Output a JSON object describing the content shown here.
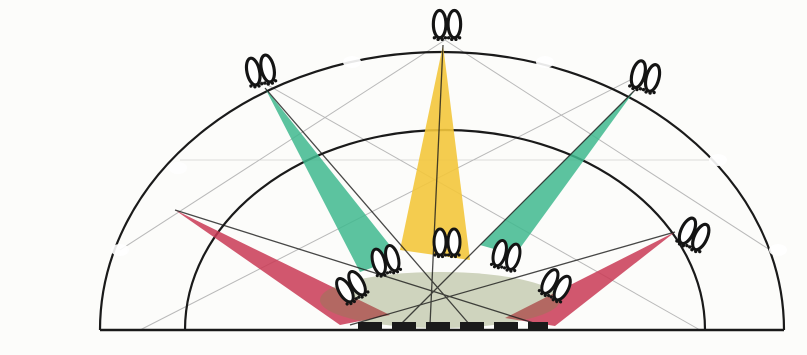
{
  "colors": {
    "paper": "#fcfcfa",
    "ink": "#1a1a1a",
    "pencil": "#b9b9b9",
    "yellow": "#f3c63c",
    "green": "#3fb98e",
    "red": "#c93a55",
    "glow": "#7a8a4e"
  },
  "figure": {
    "rays": [
      {
        "id": "ray-far-left",
        "color": "red",
        "footprint_pair": false
      },
      {
        "id": "ray-left",
        "color": "green",
        "footprint_pair": true
      },
      {
        "id": "ray-center",
        "color": "yellow",
        "footprint_pair": true
      },
      {
        "id": "ray-right",
        "color": "green",
        "footprint_pair": true
      },
      {
        "id": "ray-far-right",
        "color": "red",
        "footprint_pair": true
      }
    ],
    "inner_footprints": 5,
    "arcs": [
      "outer-arc",
      "inner-arc"
    ],
    "icons": [
      "footprint-icon"
    ]
  }
}
